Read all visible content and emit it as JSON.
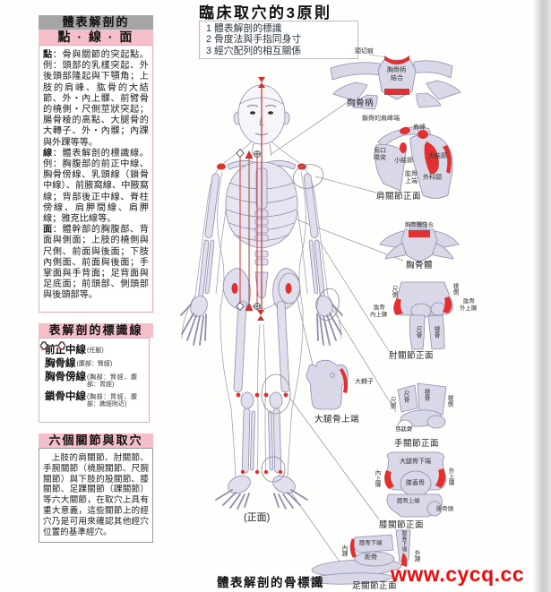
{
  "left_column": {
    "anatomy_panel": {
      "header_top": "體表解剖的",
      "header_sub": "點 · 線 · 面",
      "paragraphs": [
        {
          "term": "點",
          "text": "：骨與關節的突起點。例：頭部的乳樣突起、外後頭部隆起與下顎角；上肢的肩峰、肱骨的大結節、外・內上髁、前臂骨的橈側・尺側莖狀突起；腸骨稜的高點、大腿骨的大轉子、外・內髁；內踝與外踝等等。"
        },
        {
          "term": "線",
          "text": "：體表解剖的標識線。例：胸腹部的前正中線、胸骨傍線、乳頭線（鎖骨中線）、前腋窩線、中腋窩線；背部後正中線、脊柱傍線、肩胛間線、肩胛線；雅克比線等。"
        },
        {
          "term": "面",
          "text": "：體幹部的胸腹部、背面與側面；上肢的橈側與尺側、前面與後面；下肢內側面、前面與後面；手掌面與手背面；足背面與足底面；前頭部、側頭部與後頭部等。"
        }
      ]
    },
    "landmark_lines_panel": {
      "header": "表解剖的標識線",
      "items": [
        {
          "symbol": "bowtie",
          "label": "前正中線",
          "note": "(任脈)"
        },
        {
          "symbol": "circle-cross",
          "label": "胸骨線",
          "note": "(腹部：腎經)"
        },
        {
          "symbol": "triangle",
          "label": "胸骨傍線",
          "note": "(胸部：腎經、腹部：胃經)"
        },
        {
          "symbol": "diamond",
          "label": "鎖骨中線",
          "note": "(胸部：胃經、腹部：脾經附近)"
        }
      ]
    },
    "joints_panel": {
      "header": "六個關節與取穴",
      "text": "上肢的肩關節、肘關節、手腕關節（橈腕關節、尺腕關節）與下肢的股關節、膝關節、足踝關節（踝關節）等六大關節，在取穴上具有重大意義，這些關節上的經穴乃是可用來確認其他經穴位置的基準經穴。"
    }
  },
  "principles_box": {
    "title": "臨床取穴的3原則",
    "items": [
      "1 體表解剖的標識",
      "2 骨度法與手指同身寸",
      "3 經穴配列的相互關係"
    ]
  },
  "figure": {
    "front_label": "(正面)",
    "caption": "體表解剖的骨標識"
  },
  "diagrams": {
    "manubrium": {
      "jugular_notch": "頸切痕",
      "inner_line1": "胸骨柄",
      "inner_line2": "結合",
      "caption": "胸骨柄"
    },
    "shoulder": {
      "clavicle_acromial_end": "鎖骨的肩峰端",
      "acromion": "肩峰",
      "coracoid_line1": "烏口",
      "coracoid_line2": "喙突",
      "lesser_tubercle": "小結節",
      "greater_tubercle": "大結節",
      "humerus_line1": "肱骨",
      "humerus_line2": "上端",
      "surgical_neck": "外科頸",
      "caption": "肩關節正面"
    },
    "sternum_body": {
      "joint_label": "胸骨體結合",
      "caption": "胸骨體"
    },
    "elbow": {
      "ulnar_side": "尺側",
      "radial_side": "橈側",
      "lat_line1": "肱骨",
      "lat_line2": "外上髁",
      "med_line1": "肱骨",
      "med_line2": "內上髁",
      "ulna": "尺骨",
      "radius": "橈骨",
      "caption": "肘關節正面"
    },
    "femur_upper": {
      "greater_trochanter": "大轉子",
      "caption": "大腿骨上端"
    },
    "wrist": {
      "ulnar_side": "尺側",
      "ulna": "尺骨",
      "radius": "橈骨",
      "radial_side": "橈側",
      "pisiform": "豆狀骨",
      "caption": "手關節正面"
    },
    "knee": {
      "femur_lower": "大腿骨下端",
      "medial_epicondyle": "內上髁",
      "lateral_epicondyle": "外上髁",
      "patella": "膝蓋骨",
      "tibia_upper": "脛骨上端",
      "fibula_head": "腓骨頭",
      "caption": "膝關節正面"
    },
    "ankle": {
      "medial_malleolus": "內踝",
      "tibia_lower": "脛骨下端",
      "fibula_lower": "腓骨下端",
      "talus": "距骨",
      "lateral_malleolus": "外踝",
      "caption": "足關節正面"
    }
  },
  "watermark": {
    "text": "www.cycq.cc"
  }
}
